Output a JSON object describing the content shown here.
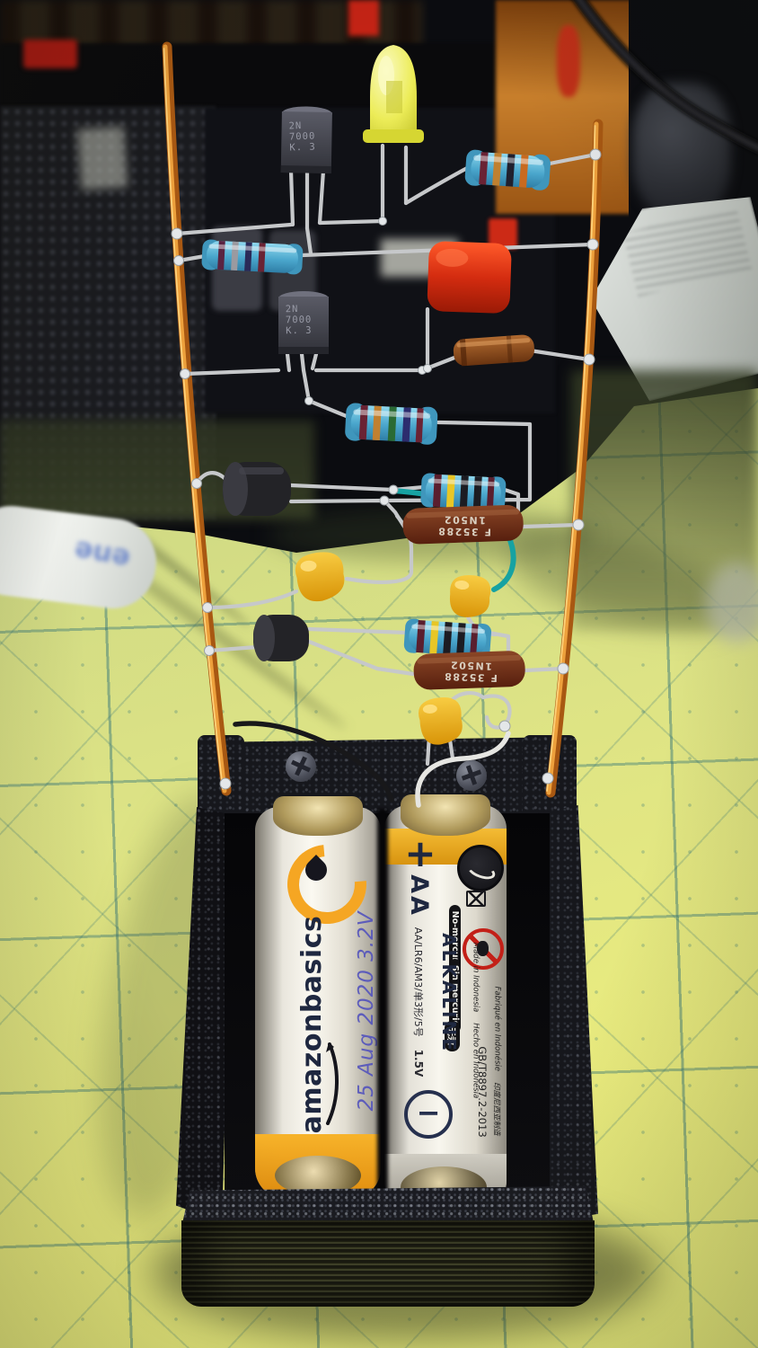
{
  "background": {
    "glue_stick_text": "ene"
  },
  "circuit": {
    "transistor_marking": {
      "line1": "2N",
      "line2": "7000",
      "line3": "K. 3"
    },
    "diode_marking": {
      "line1": "F 35288",
      "line2": "1N502"
    },
    "components": [
      {
        "id": "q1",
        "type": "TO-92 transistor",
        "marking": "2N7000"
      },
      {
        "id": "led1",
        "type": "5mm LED",
        "color": "yellow"
      },
      {
        "id": "r1",
        "type": "axial resistor",
        "body_color": "light blue"
      },
      {
        "id": "r2",
        "type": "axial resistor",
        "body_color": "light blue"
      },
      {
        "id": "c1",
        "type": "film capacitor",
        "color": "red-orange"
      },
      {
        "id": "q2",
        "type": "TO-92 transistor",
        "marking": "2N7000"
      },
      {
        "id": "d1",
        "type": "axial diode",
        "color": "copper brown"
      },
      {
        "id": "r3",
        "type": "axial resistor",
        "body_color": "light blue"
      },
      {
        "id": "q3",
        "type": "TO-92 transistor rear view",
        "color": "black"
      },
      {
        "id": "r4",
        "type": "axial resistor",
        "body_color": "light blue"
      },
      {
        "id": "d2",
        "type": "axial diode",
        "marking": "F 35288 / 1N502"
      },
      {
        "id": "c2",
        "type": "dipped capacitor",
        "color": "yellow"
      },
      {
        "id": "c3",
        "type": "dipped capacitor",
        "color": "yellow"
      },
      {
        "id": "q4",
        "type": "TO-92 transistor rear view",
        "color": "black"
      },
      {
        "id": "r5",
        "type": "axial resistor",
        "body_color": "light blue"
      },
      {
        "id": "d3",
        "type": "axial diode",
        "marking": "F 35288 / 1N502"
      },
      {
        "id": "c4",
        "type": "dipped capacitor",
        "color": "yellow"
      },
      {
        "id": "rails",
        "type": "copper rod rails",
        "count": 2
      }
    ]
  },
  "battery_holder": {
    "type": "3D-printed black case",
    "screws": 2
  },
  "batteries": {
    "left": {
      "brand": "amazonbasics",
      "handwriting": "25 Aug 2020   3.2V"
    },
    "right": {
      "plus_symbol": "+",
      "size": "AA",
      "chemistry": "ALKALINE",
      "spec": "AA/LR6/AM3/单3形/5号",
      "voltage": "1.5V",
      "badge_no_mercury": "No-mercury",
      "badge_sin_mercurio": "Sin mercurio",
      "badge_no_mercury_cn": "无汞",
      "standard": "GB/T8897.2-2013",
      "origin_en": "Made in Indonesia",
      "origin_fr": "Fabriqué en Indonésie",
      "origin_es": "Hecho en Indonesia",
      "origin_cn": "印度尼西亚制造",
      "minus_symbol": "−"
    }
  },
  "palette": {
    "mat": "#dde385",
    "mat_grid": "#20687a",
    "copper_rod": "#c9731c",
    "wire_silver": "#c6c8ca",
    "resistor_body": "#4aa6cc",
    "led_yellow": "#ecec58",
    "film_cap_red": "#d42c10",
    "dipped_cap_yellow": "#f0b71e",
    "diode_brown": "#7a3a22",
    "case_black": "#16171c",
    "battery_white": "#f2efe6",
    "amazon_orange": "#f5a623",
    "navy_text": "#1f2840",
    "handwriting_blue": "#5353bd",
    "teal_wire": "#17a2a2"
  }
}
